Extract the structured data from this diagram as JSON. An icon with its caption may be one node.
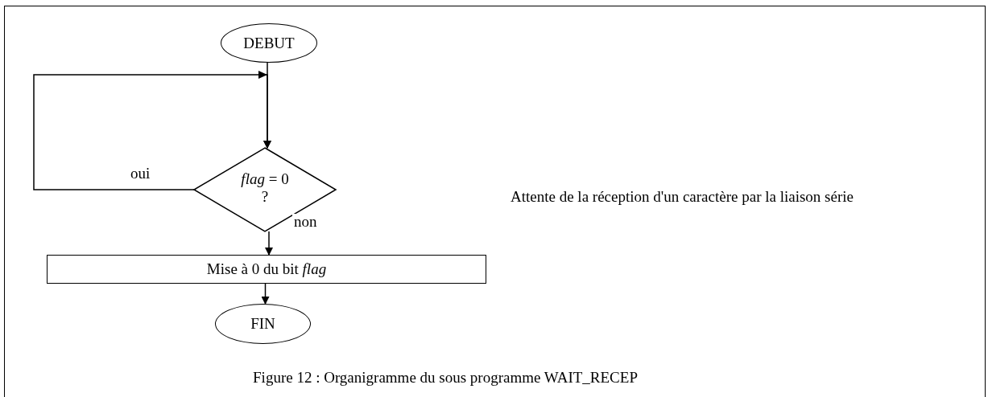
{
  "diagram": {
    "caption": "Figure 12 : Organigramme du sous programme WAIT_RECEP",
    "nodes": [
      {
        "text": [
          "DEBUT"
        ]
      },
      {
        "text": [
          "*flag* = 0 ?"
        ]
      },
      {
        "text": [
          "Mise à 0 du bit *flag*"
        ]
      },
      {
        "text": [
          "FIN"
        ]
      }
    ],
    "edges": [
      {
        "from": 0,
        "to": 1,
        "arrow": "to"
      },
      {
        "from": 1,
        "to": 1,
        "arrow": "to",
        "label": "oui"
      },
      {
        "from": 1,
        "to": 2,
        "arrow": "to",
        "label": "non"
      },
      {
        "from": 2,
        "to": 3,
        "arrow": "to"
      }
    ],
    "labels": [
      "Attente de la réception d'un caractère par la liaison série"
    ]
  }
}
